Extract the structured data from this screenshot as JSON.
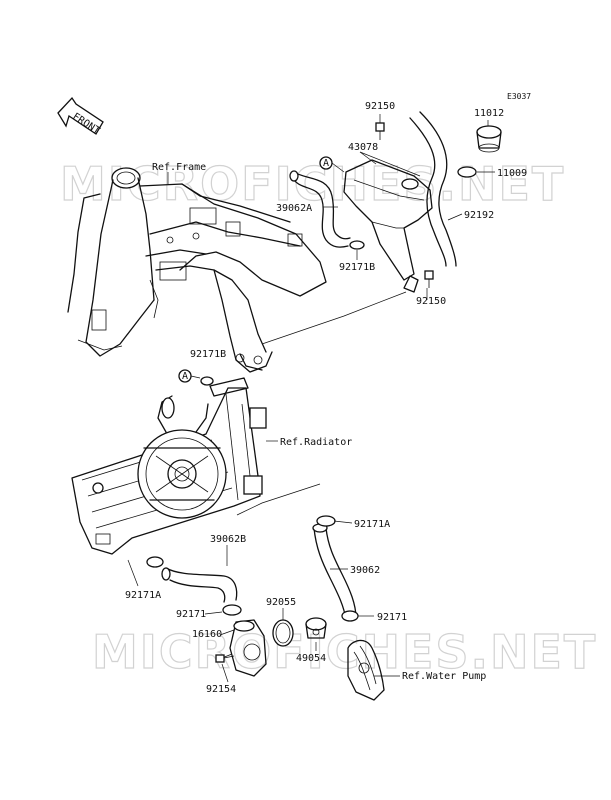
{
  "diagram_code": "E3037",
  "front_label": "FRONT",
  "ref_frame": "Ref.Frame",
  "ref_radiator": "Ref.Radiator",
  "ref_water_pump": "Ref.Water Pump",
  "callout": "A",
  "watermarks": [
    "MICROFICHES.NET",
    "MICROFICHES.NET"
  ],
  "parts": {
    "p92150_top": "92150",
    "p11012": "11012",
    "p43078": "43078",
    "p11009": "11009",
    "p39062A": "39062A",
    "p92192": "92192",
    "p92171B_top": "92171B",
    "p92150_bot": "92150",
    "p92171B_mid": "92171B",
    "p39062B": "39062B",
    "p92171A_right": "92171A",
    "p39062": "39062",
    "p92171A_left": "92171A",
    "p92055": "92055",
    "p92171_left": "92171",
    "p92171_right": "92171",
    "p16160": "16160",
    "p49054": "49054",
    "p92154": "92154"
  }
}
